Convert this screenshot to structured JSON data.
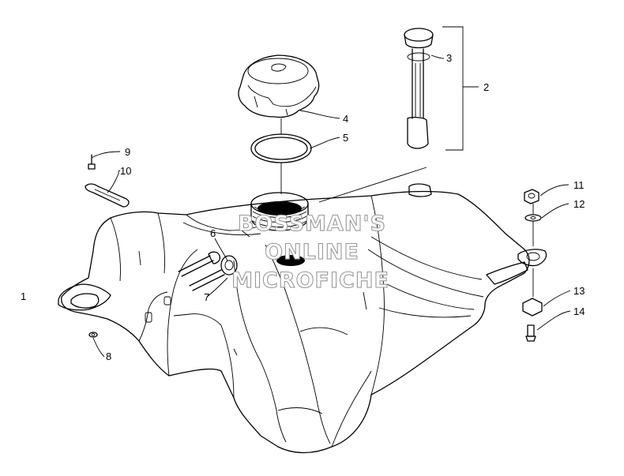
{
  "diagram": {
    "callouts": [
      {
        "id": "1",
        "label": "1"
      },
      {
        "id": "2",
        "label": "2"
      },
      {
        "id": "3",
        "label": "3"
      },
      {
        "id": "4",
        "label": "4"
      },
      {
        "id": "5",
        "label": "5"
      },
      {
        "id": "6",
        "label": "6"
      },
      {
        "id": "7",
        "label": "7"
      },
      {
        "id": "8",
        "label": "8"
      },
      {
        "id": "9",
        "label": "9"
      },
      {
        "id": "10",
        "label": "10"
      },
      {
        "id": "11",
        "label": "11"
      },
      {
        "id": "12",
        "label": "12"
      },
      {
        "id": "13",
        "label": "13"
      },
      {
        "id": "14",
        "label": "14"
      }
    ],
    "watermark": {
      "line1": "BOSSMAN'S",
      "line2": "ONLINE",
      "line3": "MICROFICHE"
    },
    "colors": {
      "line": "#000000",
      "background": "#ffffff",
      "watermark_outline": "#9a9a9a"
    }
  }
}
